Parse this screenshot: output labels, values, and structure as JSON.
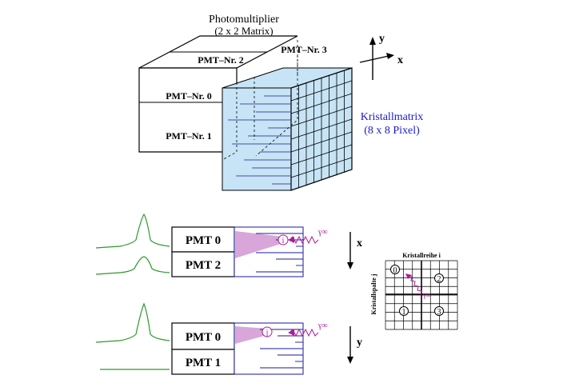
{
  "top": {
    "title_line1": "Photomultiplier",
    "title_line2": "(2 x 2 Matrix)",
    "pmt_labels": [
      "PMT–Nr. 2",
      "PMT–Nr. 0",
      "PMT–Nr. 1",
      "PMT–Nr. 3"
    ],
    "crystal_line1": "Kristallmatrix",
    "crystal_line2": "(8 x 8 Pixel)",
    "axis_y": "y",
    "axis_x": "x"
  },
  "middle": {
    "pmt_a": "PMT 0",
    "pmt_b": "PMT 2",
    "marker": "i",
    "gamma": "γ∞",
    "axis": "x"
  },
  "bottom": {
    "pmt_a": "PMT 0",
    "pmt_b": "PMT 1",
    "marker": "j",
    "gamma": "γ∞",
    "axis": "y"
  },
  "grid": {
    "col_label": "Kristallreihe i",
    "row_label": "Kristallspalte j",
    "markers": [
      "0",
      "2",
      "1",
      "3"
    ],
    "gamma": "γ∞"
  },
  "colors": {
    "crystal_fill": "#c6e4f5",
    "crystal_line": "#1a1a99",
    "signal": "#2a9a2a",
    "gamma_mark": "#b0199a",
    "light_cone": "#d9a6d9"
  }
}
